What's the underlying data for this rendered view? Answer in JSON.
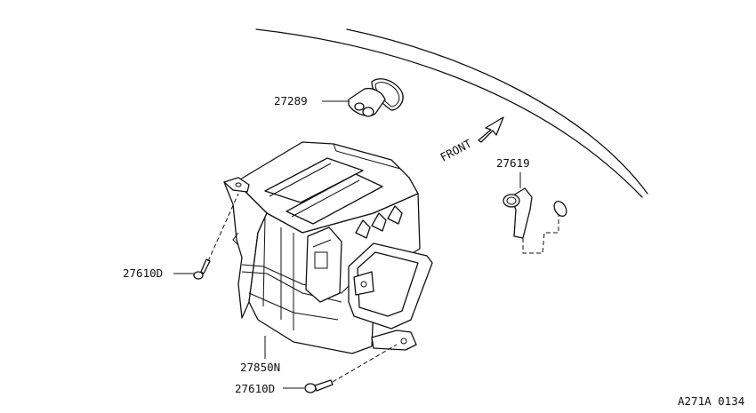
{
  "diagram": {
    "parts": {
      "p27289": "27289",
      "p27619": "27619",
      "p27610d_top": "27610D",
      "p27850n": "27850N",
      "p27610d_bottom": "27610D"
    },
    "front_label": "FRONT",
    "ref_code": "A271A 0134"
  }
}
